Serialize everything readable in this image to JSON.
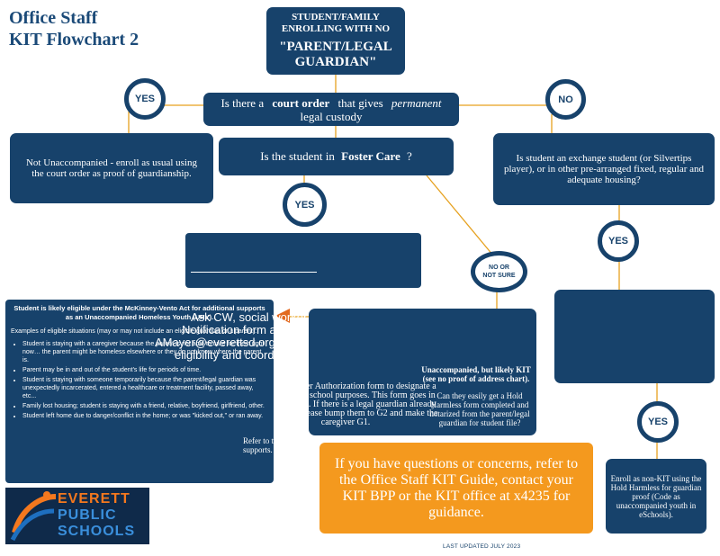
{
  "title": {
    "line1": "Office Staff",
    "line2": "KIT Flowchart 2"
  },
  "top_box": {
    "line1": "STUDENT/FAMILY",
    "line2": "ENROLLING WITH NO",
    "line3": "\"PARENT/LEGAL",
    "line4": "GUARDIAN\""
  },
  "q_court": {
    "pre": "Is there a",
    "bold": "court order",
    "mid": "that gives",
    "italic": "permanent",
    "line2": "legal custody"
  },
  "labels": {
    "yes": "YES",
    "no": "NO",
    "no_or": "NO OR",
    "not_sure": "NOT SURE"
  },
  "not_unaccompanied": "Not Unaccompanied - enroll as usual using the court order as proof of guardianship.",
  "q_foster": {
    "pre": "Is the student in",
    "bold": "Foster Care",
    "post": "?"
  },
  "q_exchange": "Is student an exchange student (or Silvertips player), or in other pre-arranged fixed, regular and adequate housing?",
  "foster_box": {
    "text1": "Ask CW, social worker for School",
    "text2": "Notification form and email",
    "text3": "AMayer@everettsd.org to determine Foster",
    "text4": "eligibility and coordinate support."
  },
  "mv_box": {
    "heading": "Student is likely eligible under the McKinney-Vento Act for additional supports as an Unaccompanied Homeless Youth (UHY).",
    "intro": "Examples of eligible situations (may or may not include an eligible guardian or a parent):",
    "items": [
      "Student is staying with a caregiver because the parent is not able to care for them right now… the parent might be homeless elsewhere or they do not know where the parent is.",
      "Parent may be in and out of the student's life for periods of time.",
      "Student is staying with someone temporarily because the parent/legal guardian was unexpectedly incarcerated, entered a healthcare or treatment facility, passed away, etc...",
      "Family lost housing; student is staying with a friend, relative, boyfriend, girlfriend, other.",
      "Student left home due to danger/conflict in the home; or was \"kicked out,\" or ran away."
    ]
  },
  "mid_box": {
    "b1": "Use a Caregiver Authorization form to designate a \"guardian\" for school purposes. This form goes in the student file. If there is a legal guardian already in eSchools, please bump them to G2 and make the caregiver G1.",
    "b2": "Refer to the KIT BPP for coordination with other supports."
  },
  "unacc_box": {
    "l1": "Unaccompanied, but likely KIT (see no proof of address chart).",
    "l2": "Can they easily get a Hold Harmless form completed and notarized from the parent/legal guardian for student file?"
  },
  "orange_box": "If you have questions or concerns, refer to the Office Staff KIT Guide, contact your KIT BPP or the KIT office at x4235 for guidance.",
  "enroll_box": "Enroll as non-KIT using the Hold Harmless for guardian proof (Code as unaccompanied youth in eSchools).",
  "logo": {
    "l1": "EVERETT",
    "l2": "PUBLIC",
    "l3": "SCHOOLS"
  },
  "footer": "LAST UPDATED JULY 2023",
  "colors": {
    "navy": "#17426b",
    "orange": "#f4991e",
    "connector": "#e6a11f",
    "title": "#1b4a78"
  }
}
